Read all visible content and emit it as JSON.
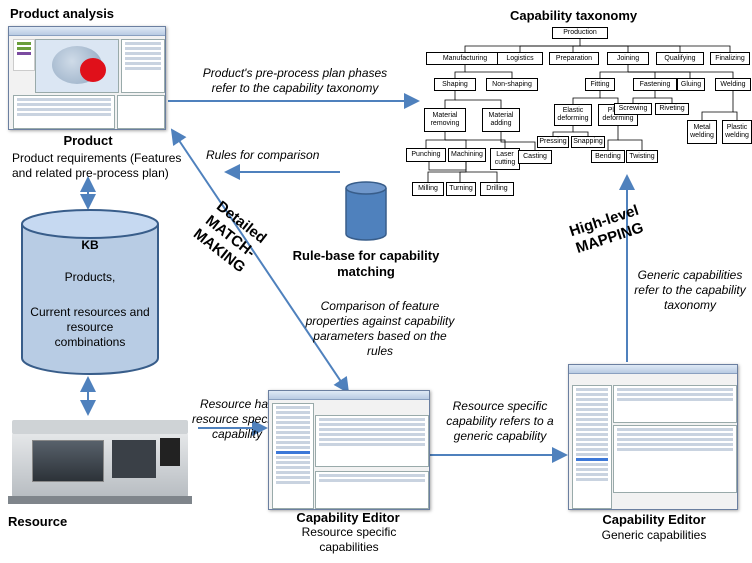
{
  "product_analysis": {
    "title": "Product analysis",
    "caption": "Product",
    "description": "Product requirements (Features and related pre-process plan)"
  },
  "kb": {
    "title": "KB",
    "items": [
      "Products,",
      "Current resources and resource combinations"
    ]
  },
  "resource": {
    "caption": "Resource"
  },
  "rule_base": {
    "label": "Rule-base for capability matching"
  },
  "arrow_labels": {
    "pre_process": "Product's pre-process plan phases refer to the capability taxonomy",
    "rules_for_comparison": "Rules for comparison",
    "comparison": "Comparison of feature properties against capability parameters based on the rules",
    "resource_has": "Resource has resource specific capability",
    "resource_specific_refers": "Resource specific capability refers to a generic capability",
    "generic_refer": "Generic capabilities refer to the capability taxonomy"
  },
  "rotated_labels": {
    "detailed": "Detailed",
    "matchmaking_1": "MATCH-",
    "matchmaking_2": "MAKING",
    "high_level": "High-level",
    "mapping": "MAPPING"
  },
  "editor_resource": {
    "title": "Capability Editor",
    "subtitle": "Resource specific capabilities"
  },
  "editor_generic": {
    "title": "Capability Editor",
    "subtitle": "Generic capabilities"
  },
  "taxonomy": {
    "title": "Capability taxonomy",
    "nodes": {
      "production": "Production",
      "manufacturing": "Manufacturing",
      "logistics": "Logistics",
      "preparation": "Preparation",
      "joining": "Joining",
      "qualifying": "Qualifying",
      "finalizing": "Finalizing",
      "shaping": "Shaping",
      "non_shaping": "Non-shaping",
      "material_removing": "Material removing",
      "material_adding": "Material adding",
      "punching": "Punching",
      "machining": "Machining",
      "laser_cutting": "Laser cutting",
      "casting": "Casting",
      "milling": "Milling",
      "turning": "Turning",
      "drilling": "Drilling",
      "fitting": "Fitting",
      "fastening": "Fastening",
      "gluing": "Gluing",
      "welding": "Welding",
      "elastic_deforming": "Elastic deforming",
      "plastic_deforming": "Plastic deforming",
      "pressing": "Pressing",
      "snapping": "Snapping",
      "bending": "Bending",
      "twisting": "Twisting",
      "screwing": "Screwing",
      "riveting": "Riveting",
      "metal_welding": "Metal welding",
      "plastic_welding": "Plastic welding"
    }
  },
  "colors": {
    "arrow": "#4f81bd",
    "cylinder_fill": "#b8cce4",
    "cylinder_stroke": "#385d8a",
    "rule_base_fill": "#4f81bd"
  }
}
